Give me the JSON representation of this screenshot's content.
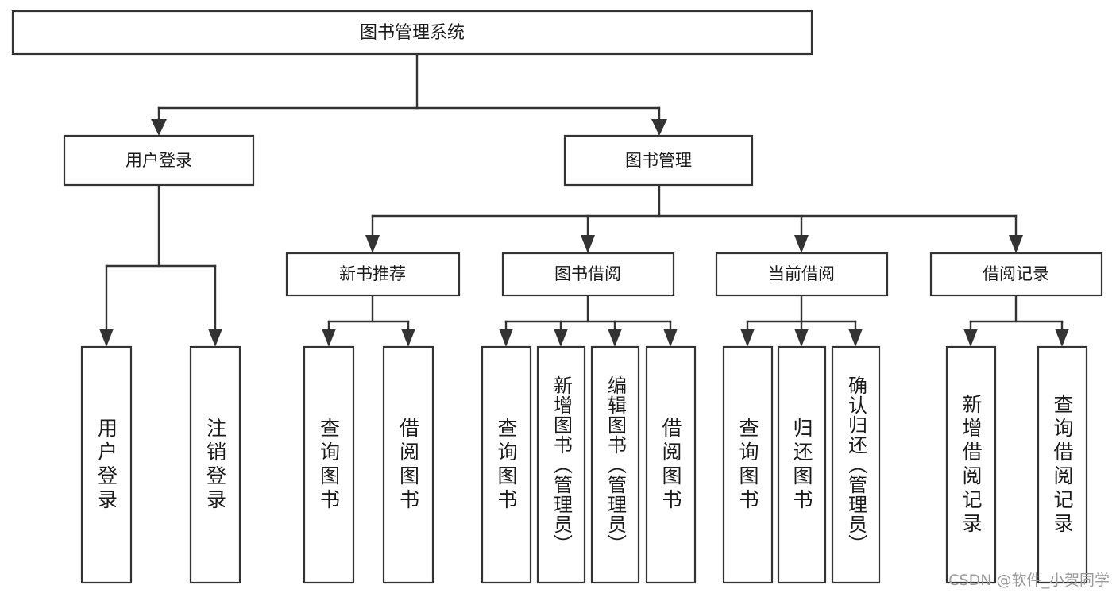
{
  "diagram": {
    "title": "图书管理系统",
    "type": "tree-hierarchy-diagram",
    "colors": {
      "box_stroke": "#333333",
      "box_fill": "#ffffff",
      "connector": "#333333",
      "text": "#1a1a1a",
      "background": "#ffffff",
      "watermark": "#9b9b9b"
    },
    "levels": {
      "root": "图书管理系统",
      "level2": [
        "用户登录",
        "图书管理"
      ],
      "level3": [
        "新书推荐",
        "图书借阅",
        "当前借阅",
        "借阅记录"
      ]
    },
    "nodes": {
      "root": {
        "label": "图书管理系统"
      },
      "user_login": {
        "label": "用户登录"
      },
      "book_manage": {
        "label": "图书管理"
      },
      "new_book_rec": {
        "label": "新书推荐"
      },
      "book_borrow": {
        "label": "图书借阅"
      },
      "current_borrow": {
        "label": "当前借阅"
      },
      "borrow_record": {
        "label": "借阅记录"
      },
      "leaf_user_login": {
        "label": "用户登录"
      },
      "leaf_logout": {
        "label": "注销登录"
      },
      "leaf_query_book_1": {
        "label": "查询图书"
      },
      "leaf_borrow_book_1": {
        "label": "借阅图书"
      },
      "leaf_query_book_2": {
        "label": "查询图书"
      },
      "leaf_add_book": {
        "label": "新增图书（管理员）"
      },
      "leaf_edit_book": {
        "label": "编辑图书（管理员）"
      },
      "leaf_borrow_book_2": {
        "label": "借阅图书"
      },
      "leaf_query_book_3": {
        "label": "查询图书"
      },
      "leaf_return_book": {
        "label": "归还图书"
      },
      "leaf_confirm_return": {
        "label": "确认归还（管理员）"
      },
      "leaf_add_record": {
        "label": "新增借阅记录"
      },
      "leaf_query_record": {
        "label": "查询借阅记录"
      }
    },
    "edges": [
      {
        "from": "root",
        "to": "user_login"
      },
      {
        "from": "root",
        "to": "book_manage"
      },
      {
        "from": "user_login",
        "to": "leaf_user_login"
      },
      {
        "from": "user_login",
        "to": "leaf_logout"
      },
      {
        "from": "book_manage",
        "to": "new_book_rec"
      },
      {
        "from": "book_manage",
        "to": "book_borrow"
      },
      {
        "from": "book_manage",
        "to": "current_borrow"
      },
      {
        "from": "book_manage",
        "to": "borrow_record"
      },
      {
        "from": "new_book_rec",
        "to": "leaf_query_book_1"
      },
      {
        "from": "new_book_rec",
        "to": "leaf_borrow_book_1"
      },
      {
        "from": "book_borrow",
        "to": "leaf_query_book_2"
      },
      {
        "from": "book_borrow",
        "to": "leaf_add_book"
      },
      {
        "from": "book_borrow",
        "to": "leaf_edit_book"
      },
      {
        "from": "book_borrow",
        "to": "leaf_borrow_book_2"
      },
      {
        "from": "current_borrow",
        "to": "leaf_query_book_3"
      },
      {
        "from": "current_borrow",
        "to": "leaf_return_book"
      },
      {
        "from": "current_borrow",
        "to": "leaf_confirm_return"
      },
      {
        "from": "borrow_record",
        "to": "leaf_add_record"
      },
      {
        "from": "borrow_record",
        "to": "leaf_query_record"
      }
    ],
    "watermark": "CSDN @软件_小贺同学"
  }
}
